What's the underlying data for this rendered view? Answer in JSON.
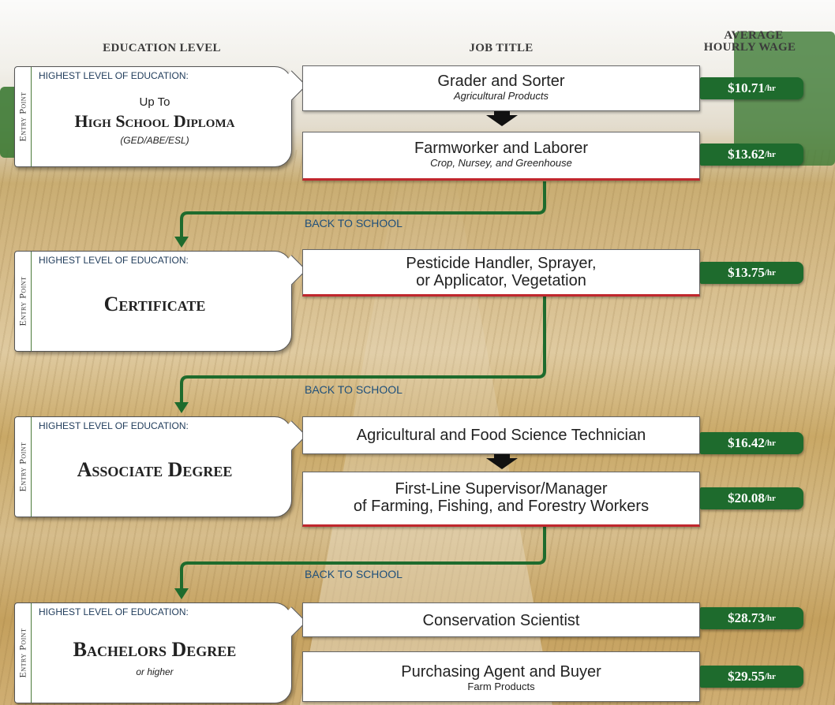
{
  "headers": {
    "education": "EDUCATION LEVEL",
    "job": "JOB TITLE",
    "wage_line1": "AVERAGE",
    "wage_line2": "HOURLY WAGE"
  },
  "entry_point": "Entry Point",
  "highest_label": "HIGHEST LEVEL OF EDUCATION:",
  "back_to_school": "BACK TO SCHOOL",
  "levels": [
    {
      "pre": "Up To",
      "title": "High School Diploma",
      "sub": "(GED/ABE/ESL)"
    },
    {
      "pre": "",
      "title": "Certificate",
      "sub": ""
    },
    {
      "pre": "",
      "title": "Associate Degree",
      "sub": ""
    },
    {
      "pre": "",
      "title": "Bachelors Degree",
      "sub": "or higher"
    }
  ],
  "jobs": [
    {
      "title": "Grader and Sorter",
      "sub": "Agricultural Products",
      "wage": "$10.71",
      "unit": "/hr"
    },
    {
      "title": "Farmworker and Laborer",
      "sub": "Crop, Nursey, and Greenhouse",
      "wage": "$13.62",
      "unit": "/hr"
    },
    {
      "title": "Pesticide Handler, Sprayer,",
      "title2": "or Applicator, Vegetation",
      "wage": "$13.75",
      "unit": "/hr"
    },
    {
      "title": "Agricultural and Food Science Technician",
      "wage": "$16.42",
      "unit": "/hr"
    },
    {
      "title": "First-Line Supervisor/Manager",
      "title2": "of Farming, Fishing, and Forestry Workers",
      "wage": "$20.08",
      "unit": "/hr"
    },
    {
      "title": "Conservation Scientist",
      "wage": "$28.73",
      "unit": "/hr"
    },
    {
      "title": "Purchasing Agent and Buyer",
      "sub": "Farm Products",
      "wage": "$29.55",
      "unit": "/hr"
    }
  ],
  "colors": {
    "green": "#1e6b2d",
    "red": "#c0272d",
    "navy": "#1f3b5a"
  }
}
